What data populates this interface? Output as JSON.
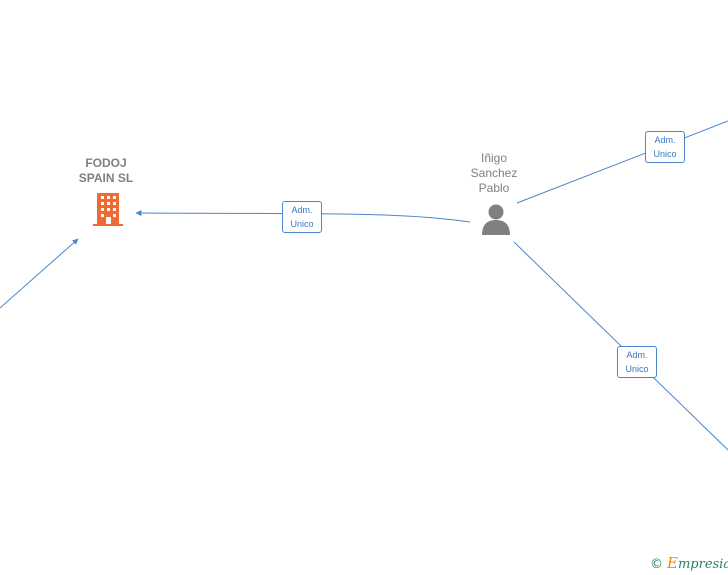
{
  "nodes": {
    "company": {
      "name_line1": "FODOJ",
      "name_line2": "SPAIN  SL",
      "icon": "building-icon",
      "icon_color": "#f06a35"
    },
    "person": {
      "name_line1": "Iñigo",
      "name_line2": "Sanchez",
      "name_line3": "Pablo",
      "icon": "person-icon",
      "icon_color": "#808080"
    }
  },
  "edges": [
    {
      "line1": "Adm.",
      "line2": "Unico"
    },
    {
      "line1": "Adm.",
      "line2": "Unico"
    },
    {
      "line1": "Adm.",
      "line2": "Unico"
    }
  ],
  "colors": {
    "edge": "#4a86c8"
  },
  "watermark": {
    "symbol": "©",
    "brand_initial": "E",
    "brand_rest": "mpresia"
  }
}
